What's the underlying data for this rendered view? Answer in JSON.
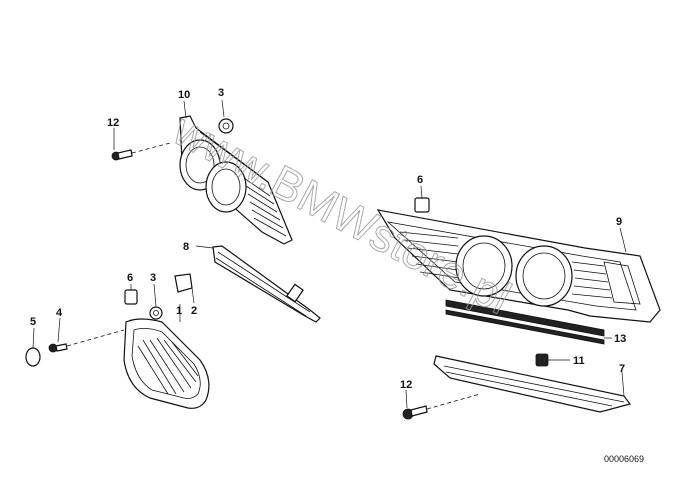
{
  "diagram": {
    "reference_number": "00006069",
    "watermark": "www.BMWstore.pl",
    "callouts": {
      "c1": "1",
      "c2": "2",
      "c3a": "3",
      "c3b": "3",
      "c4": "4",
      "c5": "5",
      "c6a": "6",
      "c6b": "6",
      "c7": "7",
      "c8": "8",
      "c9": "9",
      "c10": "10",
      "c11": "11",
      "c12a": "12",
      "c12b": "12",
      "c13": "13"
    }
  }
}
